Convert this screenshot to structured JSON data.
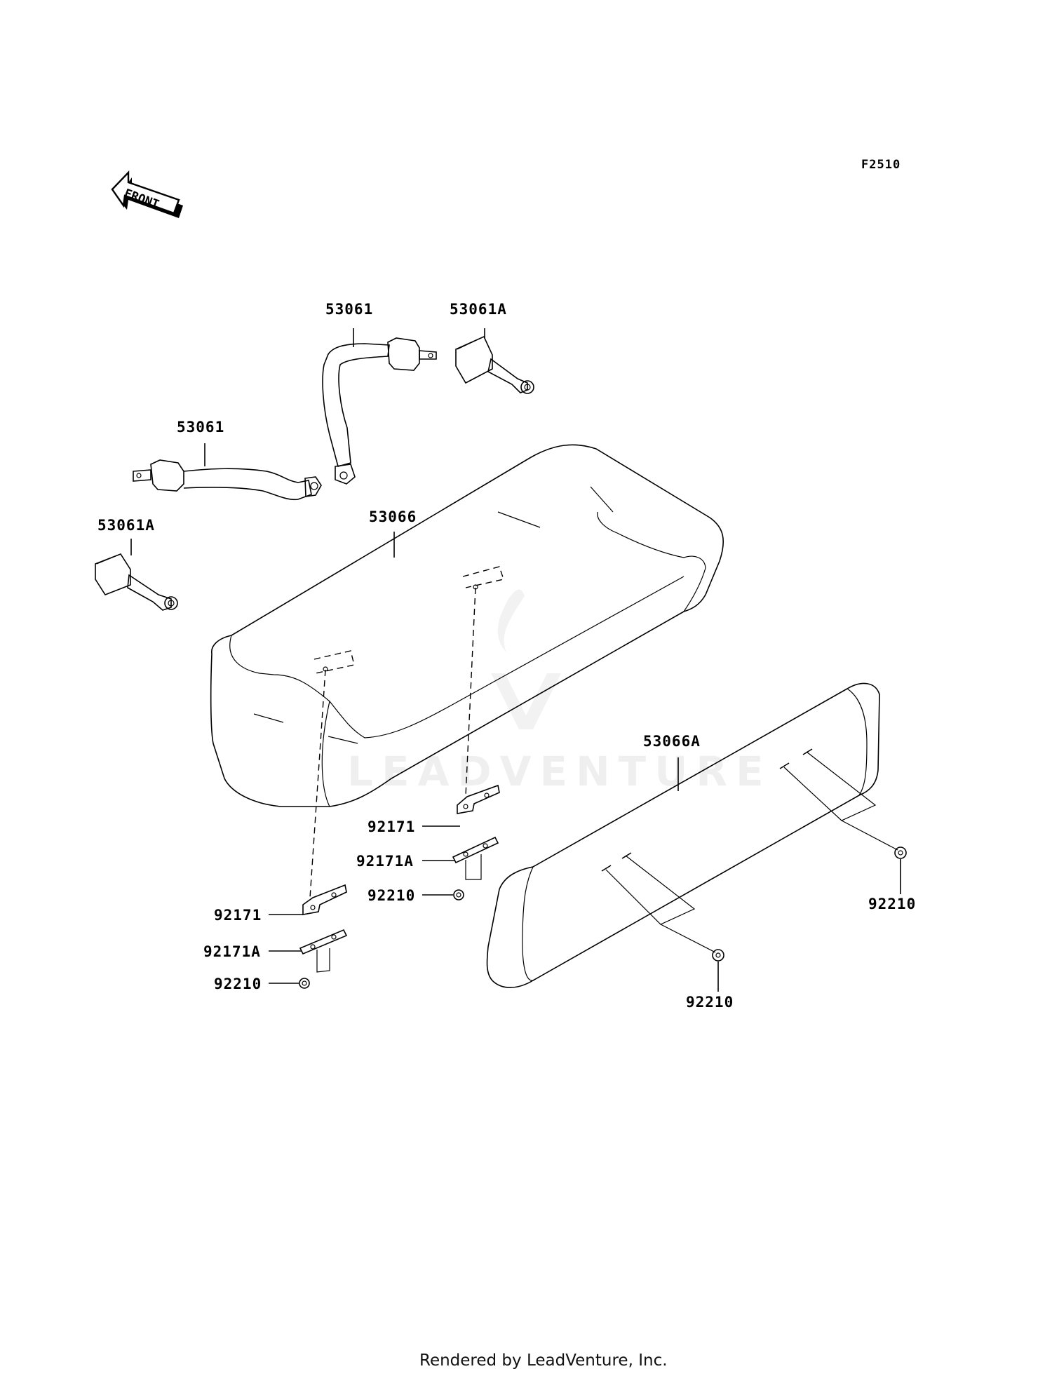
{
  "diagram": {
    "code": "F2510",
    "front_label": "FRONT",
    "watermark": "LEADVENTURE",
    "credit": "Rendered by LeadVenture, Inc.",
    "callouts": [
      {
        "part": "53061"
      },
      {
        "part": "53061A"
      },
      {
        "part": "53061"
      },
      {
        "part": "53061A"
      },
      {
        "part": "53066"
      },
      {
        "part": "53066A"
      },
      {
        "part": "92171"
      },
      {
        "part": "92171A"
      },
      {
        "part": "92210"
      },
      {
        "part": "92171"
      },
      {
        "part": "92171A"
      },
      {
        "part": "92210"
      },
      {
        "part": "92210"
      },
      {
        "part": "92210"
      }
    ]
  }
}
